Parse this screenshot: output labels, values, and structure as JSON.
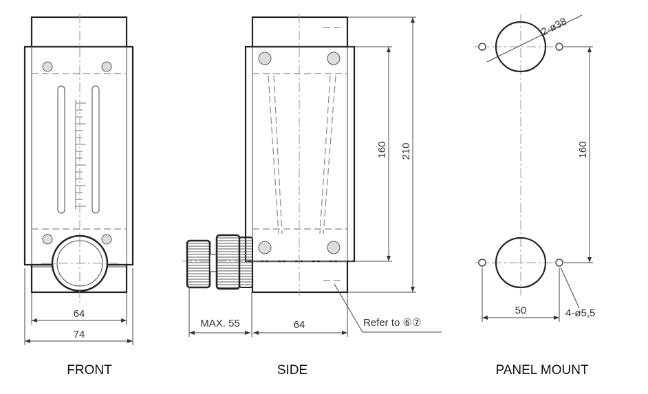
{
  "views": {
    "front": {
      "caption": "FRONT",
      "dim_inner_width": "64",
      "dim_outer_width": "74"
    },
    "side": {
      "caption": "SIDE",
      "dim_knob": "MAX. 55",
      "dim_width": "64",
      "dim_scale_height": "160",
      "dim_total_height": "210",
      "note": "Refer to ⑥⑦"
    },
    "panel": {
      "caption": "PANEL MOUNT",
      "dim_holes": "2-ø38",
      "dim_height": "160",
      "dim_width": "50",
      "dim_screws": "4-ø5,5"
    }
  }
}
